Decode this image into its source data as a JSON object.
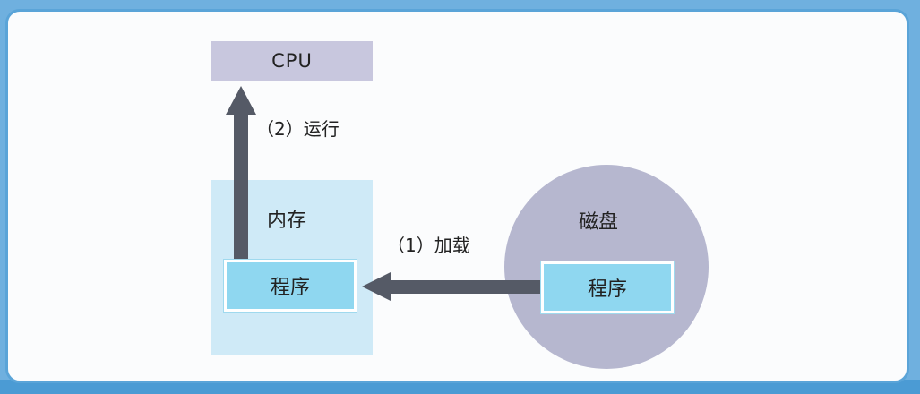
{
  "cpu": {
    "label": "CPU"
  },
  "memory": {
    "label": "内存",
    "program_label": "程序"
  },
  "disk": {
    "label": "磁盘",
    "program_label": "程序"
  },
  "steps": {
    "run": "（2）运行",
    "load": "（1）加载"
  },
  "colors": {
    "frame_border": "#5aa4d8",
    "cpu_fill": "#c8c7de",
    "memory_fill": "#cfeaf7",
    "program_fill": "#8fd7f0",
    "disk_fill": "#b6b7cf",
    "arrow": "#555a66"
  }
}
